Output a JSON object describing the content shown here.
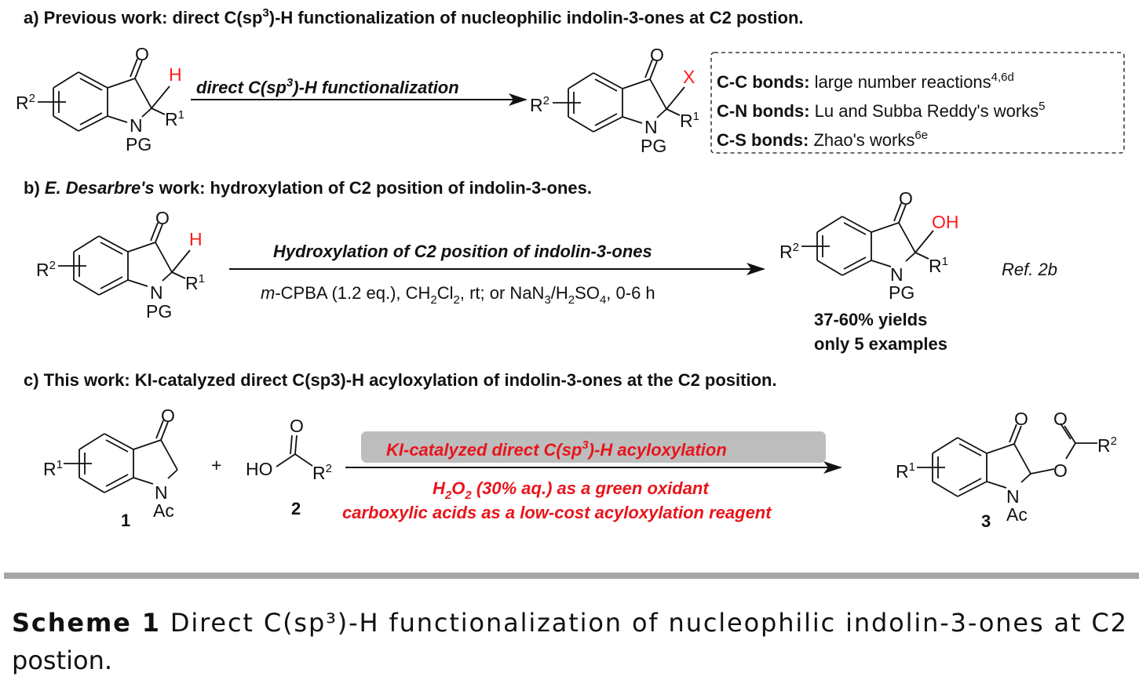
{
  "section_a": {
    "title_pre": "a) Previous work: direct C(sp",
    "title_sup": "3",
    "title_post": ")-H functionalization of nucleophilic indolin-3-ones at C2 postion.",
    "arrow_pre": "direct C(sp",
    "arrow_sup": "3",
    "arrow_post": ")-H functionalization",
    "substituent_x": "X",
    "bonds": [
      {
        "label": "C-C bonds:",
        "text": "large number reactions",
        "ref": "4,6d"
      },
      {
        "label": "C-N bonds:",
        "text": "Lu and Subba Reddy's works",
        "ref": "5"
      },
      {
        "label": "C-S bonds:",
        "text": "Zhao's works",
        "ref": "6e"
      }
    ]
  },
  "section_b": {
    "title_pre": "b) ",
    "title_author": "E. Desarbre's",
    "title_post": " work:  hydroxylation of C2 position of indolin-3-ones.",
    "arrow_top": "Hydroxylation of C2 position of indolin-3-ones",
    "cond_m": "m",
    "cond_1": "-CPBA (1.2 eq.), CH",
    "cond_2": "Cl",
    "cond_3": ", rt; or NaN",
    "cond_4": "/H",
    "cond_5": "SO",
    "cond_6": ", 0-6 h",
    "sub_2": "2",
    "sub_3": "3",
    "sub_4": "4",
    "substituent_oh": "OH",
    "yields": "37-60% yields",
    "examples": "only 5 examples",
    "ref": "Ref. 2b"
  },
  "section_c": {
    "title": "c) This work: KI-catalyzed direct C(sp3)-H acyloxylation of indolin-3-ones at the C2 position.",
    "box_pre": "KI-catalyzed direct C(sp",
    "box_sup": "3",
    "box_post": ")-H acyloxylation",
    "line1_h": "H",
    "line1_o": "O",
    "line1_sub": "2",
    "line1_post": " (30% aq.) as a green oxidant",
    "line2": "carboxylic acids as a low-cost acyloxylation reagent",
    "plus": "+",
    "ho": "HO",
    "o": "O",
    "compound_1": "1",
    "compound_2": "2",
    "compound_3": "3",
    "ac": "Ac"
  },
  "atoms": {
    "O": "O",
    "N": "N",
    "PG": "PG",
    "H": "H",
    "R": "R",
    "one": "1",
    "two": "2"
  },
  "caption": {
    "label": "Scheme 1",
    "line1": " Direct C(sp³)-H functionalization of nucleophilic indolin-3-ones at C2",
    "line2": "postion."
  },
  "colors": {
    "red": "#ff1a1a",
    "box": "#bdbdbd",
    "rule": "#a6a6a6"
  }
}
